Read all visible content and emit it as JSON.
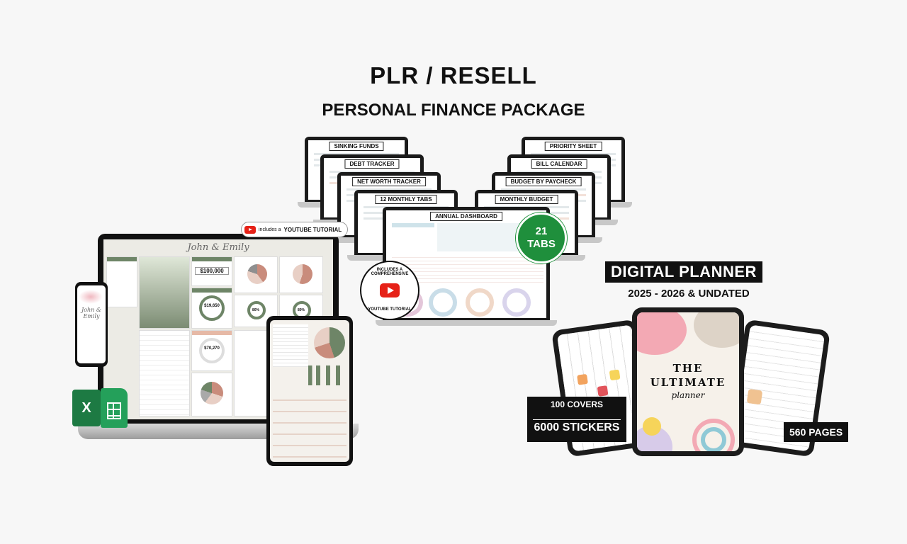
{
  "header": {
    "title": "PLR / RESELL",
    "subtitle": "PERSONAL FINANCE PACKAGE"
  },
  "laptop_labels": {
    "sinking_funds": "SINKING FUNDS",
    "debt_tracker": "DEBT TRACKER",
    "net_worth": "NET WORTH TRACKER",
    "monthly_tabs": "12 MONTHLY TABS",
    "annual_dashboard": "ANNUAL DASHBOARD",
    "priority_sheet": "PRIORITY SHEET",
    "bill_calendar": "BILL CALENDAR",
    "budget_by_paycheck": "BUDGET BY PAYCHECK",
    "monthly_budget": "MONTHLY BUDGET"
  },
  "badges": {
    "tabs_number": "21",
    "tabs_word": "TABS",
    "youtube_pill_small": "includes a",
    "youtube_pill": "YOUTUBE TUTORIAL",
    "seal_top": "INCLUDES A COMPREHENSIVE",
    "seal_bottom": "YOUTUBE TUTORIAL"
  },
  "wedding_sheet": {
    "names": "John  &  Emily",
    "wedding_budget": "$100,000",
    "left_to_budget": "$19,650",
    "left_to_spend": "$70,270",
    "donut_1": "80%",
    "donut_2": "80%"
  },
  "icons": {
    "excel": "excel-icon",
    "sheets": "google-sheets-icon",
    "youtube": "youtube-icon"
  },
  "planner": {
    "title": "DIGITAL PLANNER",
    "subtitle": "2025 - 2026 & UNDATED",
    "cover_the": "THE",
    "cover_ultimate": "ULTIMATE",
    "cover_planner": "planner",
    "covers": "100 COVERS",
    "stickers": "6000 STICKERS",
    "pages": "560 PAGES"
  },
  "colors": {
    "accent_green": "#1f8f3c",
    "sheet_green": "#6e8567",
    "youtube_red": "#e62117"
  }
}
